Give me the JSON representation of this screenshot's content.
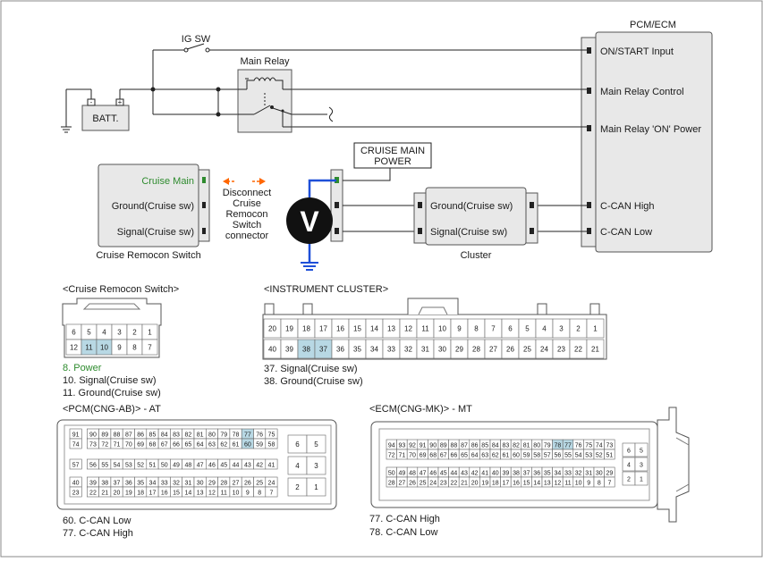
{
  "colors": {
    "wire": "#222222",
    "highlight": "#b8d8e4",
    "power_text": "#2e8b2e",
    "arrow": "#ff6600",
    "probe": "#1e4fd8"
  },
  "top": {
    "ig_sw": "IG SW",
    "main_relay": "Main Relay",
    "batt": "BATT.",
    "pcm_ecm": "PCM/ECM",
    "pcm_pins": [
      "ON/START Input",
      "Main Relay Control",
      "Main Relay 'ON' Power",
      "C-CAN High",
      "C-CAN Low"
    ],
    "remocon_pins": [
      "Cruise Main",
      "Ground(Cruise sw)",
      "Signal(Cruise sw)"
    ],
    "remocon_title": "Cruise Remocon Switch",
    "disconnect": [
      "Disconnect",
      "Cruise",
      "Remocon",
      "Switch",
      "connector"
    ],
    "cruise_main_power": [
      "CRUISE MAIN",
      "POWER"
    ],
    "meter": "V",
    "cluster_pins": [
      "Ground(Cruise sw)",
      "Signal(Cruise sw)"
    ],
    "cluster_title": "Cluster"
  },
  "remocon_conn": {
    "title": "<Cruise Remocon Switch>",
    "row1": [
      "6",
      "5",
      "4",
      "3",
      "2",
      "1"
    ],
    "row2": [
      "12",
      "11",
      "10",
      "9",
      "8",
      "7"
    ],
    "highlight": [
      "11",
      "10"
    ],
    "notes": [
      "8. Power",
      "10. Signal(Cruise sw)",
      "11. Ground(Cruise sw)"
    ]
  },
  "cluster_conn": {
    "title": "<INSTRUMENT CLUSTER>",
    "row1": [
      "20",
      "19",
      "18",
      "17",
      "16",
      "15",
      "14",
      "13",
      "12",
      "11",
      "10",
      "9",
      "8",
      "7",
      "6",
      "5",
      "4",
      "3",
      "2",
      "1"
    ],
    "row2": [
      "40",
      "39",
      "38",
      "37",
      "36",
      "35",
      "34",
      "33",
      "32",
      "31",
      "30",
      "29",
      "28",
      "27",
      "26",
      "25",
      "24",
      "23",
      "22",
      "21"
    ],
    "highlight": [
      "38",
      "37"
    ],
    "notes": [
      "37. Signal(Cruise sw)",
      "38. Ground(Cruise sw)"
    ]
  },
  "pcm_conn": {
    "title": "<PCM(CNG-AB)> - AT",
    "rows": [
      [
        "91",
        "90",
        "89",
        "88",
        "87",
        "86",
        "85",
        "84",
        "83",
        "82",
        "81",
        "80",
        "79",
        "78",
        "77",
        "76",
        "75"
      ],
      [
        "74",
        "73",
        "72",
        "71",
        "70",
        "69",
        "68",
        "67",
        "66",
        "65",
        "64",
        "63",
        "62",
        "61",
        "60",
        "59",
        "58"
      ],
      [
        "57",
        "56",
        "55",
        "54",
        "53",
        "52",
        "51",
        "50",
        "49",
        "48",
        "47",
        "46",
        "45",
        "44",
        "43",
        "42",
        "41"
      ],
      [
        "40",
        "39",
        "38",
        "37",
        "36",
        "35",
        "34",
        "33",
        "32",
        "31",
        "30",
        "29",
        "28",
        "27",
        "26",
        "25",
        "24"
      ],
      [
        "23",
        "22",
        "21",
        "20",
        "19",
        "18",
        "17",
        "16",
        "15",
        "14",
        "13",
        "12",
        "11",
        "10",
        "9",
        "8",
        "7"
      ]
    ],
    "side": [
      "6",
      "5",
      "4",
      "3",
      "2",
      "1"
    ],
    "highlight": [
      "77",
      "60"
    ],
    "notes": [
      "60. C-CAN Low",
      "77. C-CAN High"
    ]
  },
  "ecm_conn": {
    "title": "<ECM(CNG-MK)> - MT",
    "rows": [
      [
        "94",
        "93",
        "92",
        "91",
        "90",
        "89",
        "88",
        "87",
        "86",
        "85",
        "84",
        "83",
        "82",
        "81",
        "80",
        "79",
        "78",
        "77",
        "76",
        "75",
        "74",
        "73"
      ],
      [
        "72",
        "71",
        "70",
        "69",
        "68",
        "67",
        "66",
        "65",
        "64",
        "63",
        "62",
        "61",
        "60",
        "59",
        "58",
        "57",
        "56",
        "55",
        "54",
        "53",
        "52",
        "51"
      ],
      [
        "50",
        "49",
        "48",
        "47",
        "46",
        "45",
        "44",
        "43",
        "42",
        "41",
        "40",
        "39",
        "38",
        "37",
        "36",
        "35",
        "34",
        "33",
        "32",
        "31",
        "30",
        "29"
      ],
      [
        "28",
        "27",
        "26",
        "25",
        "24",
        "23",
        "22",
        "21",
        "20",
        "19",
        "18",
        "17",
        "16",
        "15",
        "14",
        "13",
        "12",
        "11",
        "10",
        "9",
        "8",
        "7"
      ]
    ],
    "side": [
      "6",
      "5",
      "4",
      "3",
      "2",
      "1"
    ],
    "highlight": [
      "78",
      "77"
    ],
    "notes": [
      "77. C-CAN High",
      "78. C-CAN Low"
    ]
  }
}
